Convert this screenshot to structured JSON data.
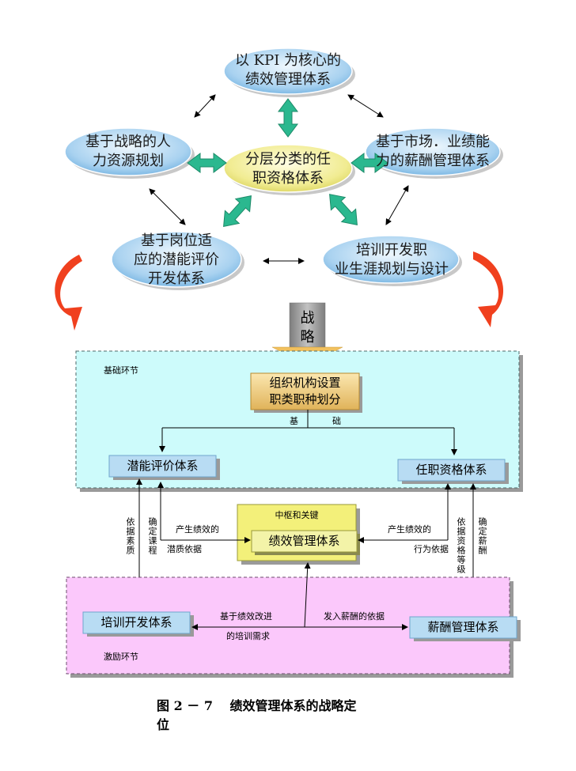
{
  "diagram": {
    "top_cycle": {
      "center": "分层分类的任\n职资格体系",
      "top": "以 KPI  为核心的\n绩效管理体系",
      "left": "基于战略的人\n力资源规划",
      "right": "基于市场．业绩能\n力的薪酬管理体系",
      "bottom_left": "基于岗位适\n应的潜能评价\n开发体系",
      "bottom_right": "培训开发职\n业生涯规划与设计"
    },
    "strategy_label": "战\n略",
    "foundation": {
      "section_label": "基础环节",
      "org_box": "组织机构设置\n职类职种划分",
      "base_label_left": "基",
      "base_label_right": "础",
      "potential_box": "潜能评价体系",
      "qualification_box": "任职资格体系"
    },
    "core": {
      "title": "中枢和关键",
      "box": "绩效管理体系",
      "left_top": "产生绩效的",
      "left_bottom": "潜质依据",
      "right_top": "产生绩效的",
      "right_bottom": "行为依据"
    },
    "vertical_labels": {
      "basis_quality": "依据素质",
      "set_course": "确定课程",
      "basis_grade": "依据资格等级",
      "set_salary": "确定薪酬"
    },
    "incentive": {
      "section_label": "激励环节",
      "training_box": "培训开发体系",
      "salary_box": "薪酬管理体系",
      "label_improve_1": "基于绩效改进",
      "label_improve_2": "的培训需求",
      "label_salary_basis": "发入薪酬的依据"
    },
    "caption": "图 2 － 7　 绩效管理体系的战略定\n位"
  },
  "colors": {
    "ellipse_fill": "#b7d8f2",
    "center_ellipse_fill": "#f3f0a0",
    "teal_arrow": "#2bb88f",
    "red_arrow": "#f0401e",
    "foundation_bg": "#cdfbfb",
    "incentive_bg": "#fbc8fb",
    "org_box_fill": "#f3cd74",
    "core_box_fill": "#f3f07a",
    "blue_box_fill": "#b8dcf3",
    "strategy_box_fill": "#a0a0a0"
  },
  "icons": {
    "curved_left": "curved-red-arrow-icon",
    "curved_right": "curved-red-arrow-icon",
    "strategy_arrow": "down-arrow-icon"
  }
}
